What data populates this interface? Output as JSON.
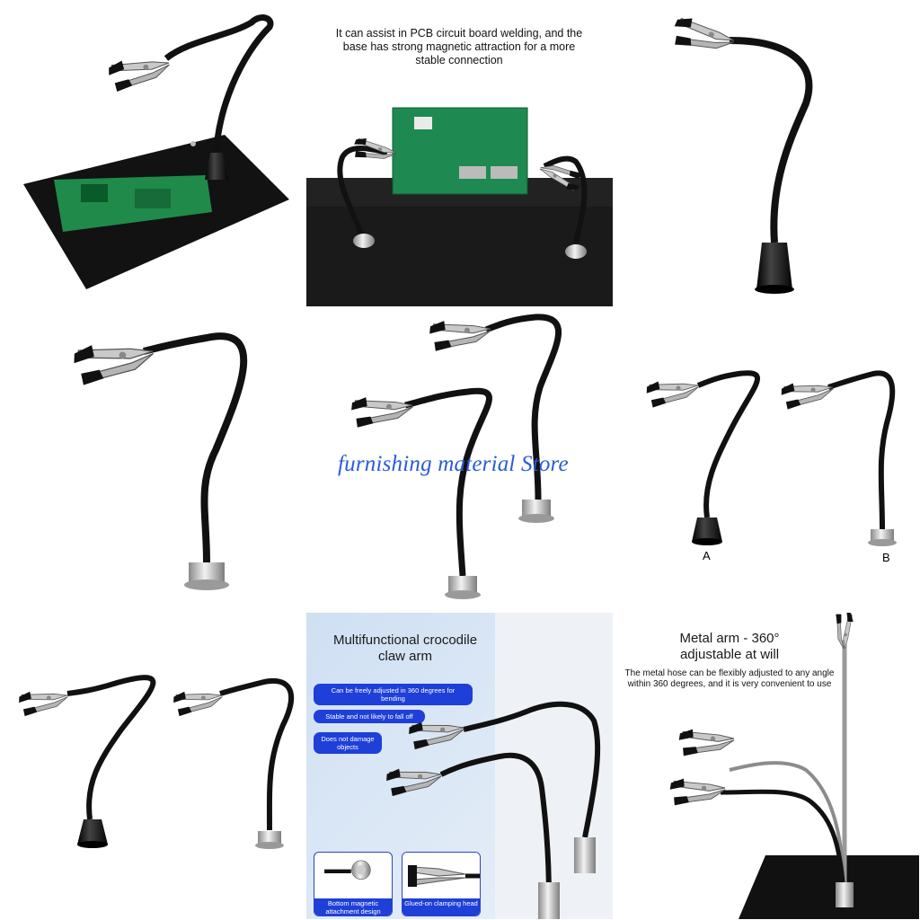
{
  "cells": {
    "top_middle_caption": "It can assist in PCB circuit board welding, and the base has strong magnetic attraction for a more stable connection",
    "variant_a_label": "A",
    "variant_b_label": "B",
    "watermark": "furnishing material Store",
    "feature_panel": {
      "title": "Multifunctional crocodile claw arm",
      "features": [
        "Can be freely adjusted in 360 degrees for bending",
        "Stable and not likely to fall off",
        "Does not damage objects"
      ],
      "thumb_left_caption": "Bottom magnetic attachment design",
      "thumb_right_caption": "Glued-on clamping head"
    },
    "metal_arm_panel": {
      "title": "Metal arm - 360° adjustable at will",
      "description": "The metal hose can be flexibly adjusted to any angle within 360 degrees, and it is very convenient to use"
    }
  },
  "colors": {
    "accent_blue": "#1e3fd8",
    "watermark_blue": "#2a5bd7",
    "base_black": "#111111"
  }
}
